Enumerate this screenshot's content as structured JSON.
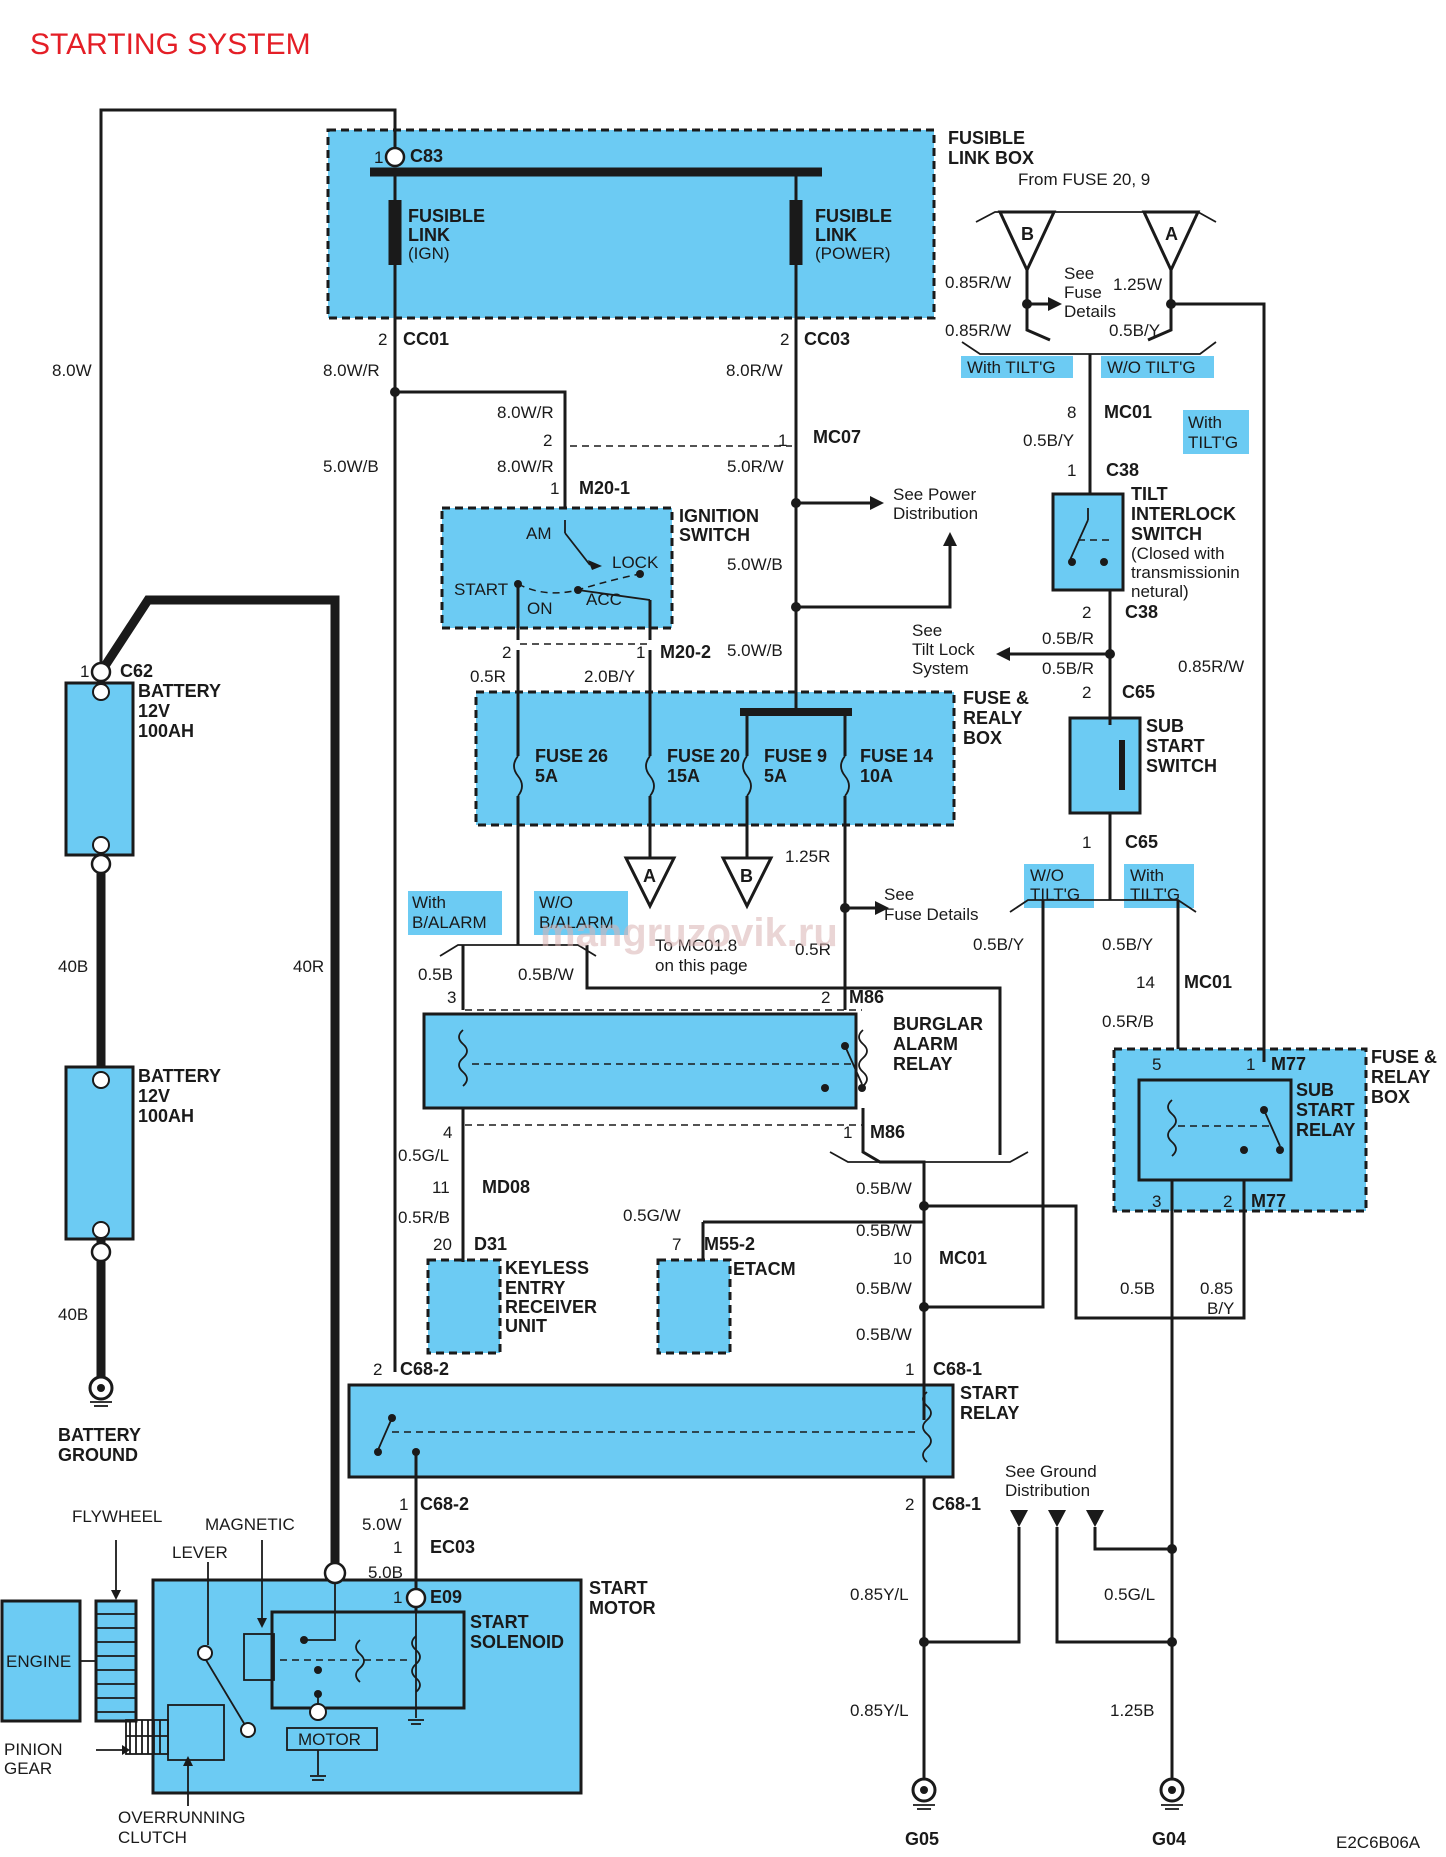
{
  "title": "STARTING SYSTEM",
  "code": "E2C6B06A",
  "watermark": "mangruzovik.ru",
  "colors": {
    "title": "#e41e26",
    "component_fill": "#6ccbf3",
    "wire": "#1a1a1a"
  },
  "components": {
    "fusible_link_box": [
      "FUSIBLE",
      "LINK BOX"
    ],
    "fusible_link_ign": [
      "FUSIBLE",
      "LINK",
      "(IGN)"
    ],
    "fusible_link_power": [
      "FUSIBLE",
      "LINK",
      "(POWER)"
    ],
    "ignition_switch": [
      "IGNITION",
      "SWITCH"
    ],
    "ign_positions": {
      "am": "AM",
      "lock": "LOCK",
      "start": "START",
      "on": "ON",
      "acc": "ACC"
    },
    "fuse_relay_box_1": [
      "FUSE &",
      "REALY",
      "BOX"
    ],
    "fuse_26": [
      "FUSE 26",
      "5A"
    ],
    "fuse_20": [
      "FUSE 20",
      "15A"
    ],
    "fuse_9": [
      "FUSE 9",
      "5A"
    ],
    "fuse_14": [
      "FUSE 14",
      "10A"
    ],
    "tilt_interlock_switch": [
      "TILT",
      "INTERLOCK",
      "SWITCH"
    ],
    "tilt_interlock_note": [
      "(Closed with",
      "transmissionin",
      "netural)"
    ],
    "sub_start_switch": [
      "SUB",
      "START",
      "SWITCH"
    ],
    "battery_1": [
      "BATTERY",
      "12V",
      "100AH"
    ],
    "battery_2": [
      "BATTERY",
      "12V",
      "100AH"
    ],
    "battery_ground": [
      "BATTERY",
      "GROUND"
    ],
    "burglar_alarm_relay": [
      "BURGLAR",
      "ALARM",
      "RELAY"
    ],
    "fuse_relay_box_2": [
      "FUSE &",
      "RELAY",
      "BOX"
    ],
    "sub_start_relay": [
      "SUB",
      "START",
      "RELAY"
    ],
    "keyless_entry": [
      "KEYLESS",
      "ENTRY",
      "RECEIVER",
      "UNIT"
    ],
    "etacm": "ETACM",
    "start_relay": [
      "START",
      "RELAY"
    ],
    "start_motor": [
      "START",
      "MOTOR"
    ],
    "start_solenoid": [
      "START",
      "SOLENOID"
    ],
    "engine": "ENGINE",
    "motor": "MOTOR",
    "flywheel": "FLYWHEEL",
    "magnetic": "MAGNETIC",
    "lever": "LEVER",
    "pinion_gear": [
      "PINION",
      "GEAR"
    ],
    "overrunning_clutch": [
      "OVERRUNNING",
      "CLUTCH"
    ]
  },
  "notes": {
    "from_fuse": "From FUSE 20, 9",
    "see_fuse_details_1": [
      "See",
      "Fuse",
      "Details"
    ],
    "see_power_distribution": [
      "See Power",
      "Distribution"
    ],
    "see_tilt_lock": [
      "See",
      "Tilt Lock",
      "System"
    ],
    "see_fuse_details_2": [
      "See",
      "Fuse Details"
    ],
    "to_mc01": [
      "To MC01.8",
      "on this page"
    ],
    "see_ground_distribution": [
      "See Ground",
      "Distribution"
    ]
  },
  "option_tags": {
    "with_tiltg_1": "With TILT'G",
    "wo_tiltg_1": "W/O TILT'G",
    "with_tiltg_2": [
      "With",
      "TILT'G"
    ],
    "wo_tiltg_3": [
      "W/O",
      "TILT'G"
    ],
    "with_tiltg_3": [
      "With",
      "TILT'G"
    ],
    "with_balarm": [
      "With",
      "B/ALARM"
    ],
    "wo_balarm": [
      "W/O",
      "B/ALARM"
    ]
  },
  "connectors": {
    "c83": "C83",
    "cc01": "CC01",
    "cc03": "CC03",
    "mc07": "MC07",
    "m20_1": "M20-1",
    "m20_2": "M20-2",
    "mc01_a": "MC01",
    "c38_a": "C38",
    "c38_b": "C38",
    "c65_a": "C65",
    "c65_b": "C65",
    "c62": "C62",
    "m86_a": "M86",
    "m86_b": "M86",
    "mc01_b": "MC01",
    "m77_a": "M77",
    "m77_b": "M77",
    "md08": "MD08",
    "d31": "D31",
    "m55_2": "M55-2",
    "mc01_c": "MC01",
    "c68_2a": "C68-2",
    "c68_1a": "C68-1",
    "c68_2b": "C68-2",
    "c68_1b": "C68-1",
    "ec03": "EC03",
    "e09": "E09",
    "g05": "G05",
    "g04": "G04",
    "trianglea": "A",
    "triangleb": "B"
  },
  "pins": [
    "1",
    "2",
    "2",
    "2",
    "1",
    "1",
    "2",
    "1",
    "8",
    "1",
    "2",
    "2",
    "1",
    "3",
    "2",
    "14",
    "5",
    "1",
    "4",
    "1",
    "3",
    "2",
    "11",
    "20",
    "7",
    "10",
    "2",
    "1",
    "1",
    "2",
    "1",
    "1",
    "1"
  ],
  "wires": {
    "w_8_0w": "8.0W",
    "w_8_0wr_a": "8.0W/R",
    "w_8_0rw": "8.0R/W",
    "w_8_0wr_b": "8.0W/R",
    "w_8_0wr_c": "8.0W/R",
    "w_5_0wb_a": "5.0W/B",
    "w_5_0rw": "5.0R/W",
    "w_5_0wb_b": "5.0W/B",
    "w_5_0wb_c": "5.0W/B",
    "w_0_5r": "0.5R",
    "w_2_0by": "2.0B/Y",
    "w_085rw_a": "0.85R/W",
    "w_125w": "1.25W",
    "w_085rw_b": "0.85R/W",
    "w_05by_a": "0.5B/Y",
    "w_05by_b": "0.5B/Y",
    "w_05br_a": "0.5B/R",
    "w_05br_b": "0.5B/R",
    "w_085rw_c": "0.85R/W",
    "w_125r": "1.25R",
    "w_05r": "0.5R",
    "w_05b_a": "0.5B",
    "w_05bw_a": "0.5B/W",
    "w_05by_c": "0.5B/Y",
    "w_05by_d": "0.5B/Y",
    "w_05rb_a": "0.5R/B",
    "w_05gl_a": "0.5G/L",
    "w_05rb_b": "0.5R/B",
    "w_05gw": "0.5G/W",
    "w_05bw_b": "0.5B/W",
    "w_05bw_c": "0.5B/W",
    "w_05bw_d": "0.5B/W",
    "w_05bw_e": "0.5B/W",
    "w_05b_b": "0.5B",
    "w_085": "0.85",
    "w_by": "B/Y",
    "w_40b_a": "40B",
    "w_40b_b": "40B",
    "w_40r": "40R",
    "w_50w": "5.0W",
    "w_50b": "5.0B",
    "w_085yl_a": "0.85Y/L",
    "w_085yl_b": "0.85Y/L",
    "w_05gl_b": "0.5G/L",
    "w_125b": "1.25B"
  }
}
